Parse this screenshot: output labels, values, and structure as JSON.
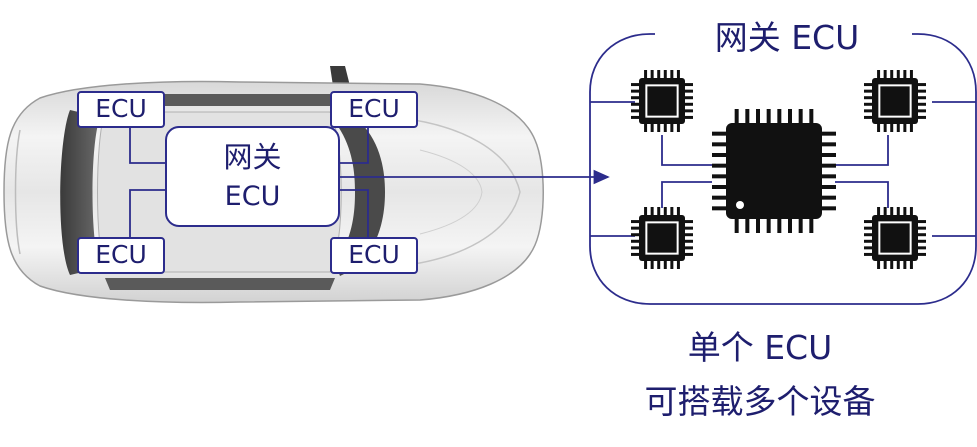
{
  "car_ecus": [
    {
      "id": "front-left",
      "label": "ECU"
    },
    {
      "id": "front-right",
      "label": "ECU"
    },
    {
      "id": "rear-left",
      "label": "ECU"
    },
    {
      "id": "rear-right",
      "label": "ECU"
    }
  ],
  "gateway": {
    "line1": "网关",
    "line2": "ECU"
  },
  "panel": {
    "title": "网关 ECU"
  },
  "caption": {
    "line1": "单个 ECU",
    "line2": "可搭载多个设备"
  },
  "colors": {
    "accent": "#2c2c8c",
    "text": "#1e1e6e",
    "chip": "#111111"
  }
}
